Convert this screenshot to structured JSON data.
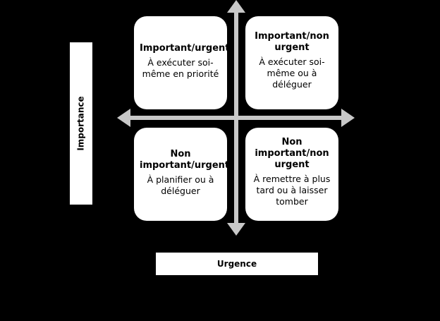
{
  "colors": {
    "background": "#000000",
    "box": "#ffffff",
    "arrow": "#c8c8c8",
    "text": "#000000"
  },
  "quadrants": [
    {
      "title": "Important/urgent",
      "desc": "À exécuter soi-même en priorité"
    },
    {
      "title": "Important/non urgent",
      "desc": "À exécuter soi-même ou à déléguer"
    },
    {
      "title": "Non important/urgent",
      "desc": "À planifier ou à déléguer"
    },
    {
      "title": "Non important/non urgent",
      "desc": "À remettre à plus tard ou à laisser tomber"
    }
  ],
  "axes": {
    "vertical_label": "Importance",
    "horizontal_label": "Urgence"
  }
}
